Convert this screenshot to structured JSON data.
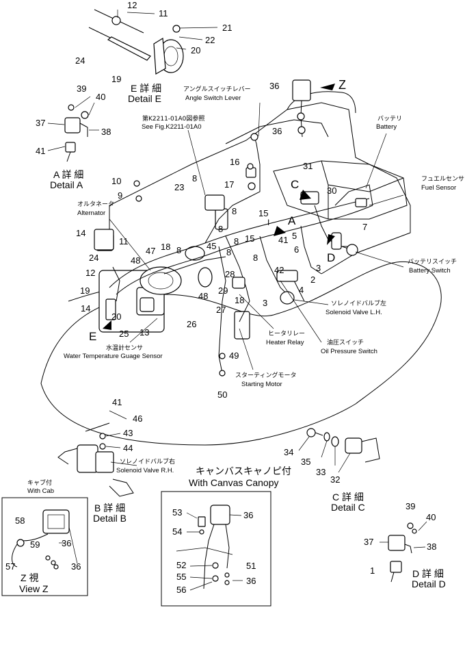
{
  "diagram": {
    "part_numbers": {
      "n1": "1",
      "n2": "2",
      "n3": "3",
      "n3b": "3",
      "n4": "4",
      "n5": "5",
      "n6": "6",
      "n7": "7",
      "n8a": "8",
      "n8b": "8",
      "n8c": "8",
      "n8d": "8",
      "n8e": "8",
      "n8f": "8",
      "n9": "9",
      "n10": "10",
      "n11a": "11",
      "n11b": "11",
      "n12a": "12",
      "n12b": "12",
      "n13": "13",
      "n14a": "14",
      "n14b": "14",
      "n15a": "15",
      "n15b": "15",
      "n16": "16",
      "n17": "17",
      "n18a": "18",
      "n18b": "18",
      "n19a": "19",
      "n19b": "19",
      "n20a": "20",
      "n20b": "20",
      "n21": "21",
      "n22": "22",
      "n23": "23",
      "n24a": "24",
      "n24b": "24",
      "n25": "25",
      "n26": "26",
      "n27": "27",
      "n28": "28",
      "n29": "29",
      "n30": "30",
      "n31": "31",
      "n32": "32",
      "n33": "33",
      "n34": "34",
      "n35": "35",
      "n36a": "36",
      "n36b": "36",
      "n36c": "36",
      "n36d": "36",
      "n36e": "36",
      "n36f": "36",
      "n37a": "37",
      "n37b": "37",
      "n38a": "38",
      "n38b": "38",
      "n39a": "39",
      "n39b": "39",
      "n40a": "40",
      "n40b": "40",
      "n41a": "41",
      "n41b": "41",
      "n41c": "41",
      "n42": "42",
      "n43": "43",
      "n44": "44",
      "n45": "45",
      "n46": "46",
      "n47": "47",
      "n48a": "48",
      "n48b": "48",
      "n49": "49",
      "n50": "50",
      "n51": "51",
      "n52": "52",
      "n53": "53",
      "n54": "54",
      "n55": "55",
      "n56": "56",
      "n57": "57",
      "n58": "58",
      "n59": "59"
    },
    "letters": {
      "A": "A",
      "C": "C",
      "D": "D",
      "E": "E",
      "Z": "Z",
      "I": "I"
    },
    "details": {
      "detail_e_jp": "E 詳 細",
      "detail_e_en": "Detail E",
      "detail_a_jp": "A 詳 細",
      "detail_a_en": "Detail A",
      "detail_b_jp": "B 詳 細",
      "detail_b_en": "Detail B",
      "detail_c_jp": "C 詳 細",
      "detail_c_en": "Detail C",
      "detail_d_jp": "D 詳 細",
      "detail_d_en": "Detail D",
      "view_z_jp": "Z 視",
      "view_z_en": "View Z",
      "with_cab_jp": "キャブ付",
      "with_cab_en": "With Cab",
      "canopy_jp": "キャンバスキャノピ付",
      "canopy_en": "With Canvas Canopy"
    },
    "callouts": {
      "angle_jp": "アングルスイッチレバー",
      "angle_en": "Angle Switch Lever",
      "see_jp": "第K2211-01A0図参照",
      "see_en": "See Fig.K2211-01A0",
      "battery_jp": "バッテリ",
      "battery_en": "Battery",
      "fuel_jp": "フュエルセンサ",
      "fuel_en": "Fuel Sensor",
      "alt_jp": "オルタネータ",
      "alt_en": "Alternator",
      "bsw_jp": "バッテリスイッチ",
      "bsw_en": "Battery Switch",
      "svl_jp": "ソレノイドバルブ左",
      "svl_en": "Solenoid Valve L.H.",
      "heater_jp": "ヒータリレー",
      "heater_en": "Heater Relay",
      "oil_jp": "油圧スイッチ",
      "oil_en": "Oil Pressure Switch",
      "water_jp": "水温計センサ",
      "water_en": "Water Temperature Guage Sensor",
      "start_jp": "スターティングモータ",
      "start_en": "Starting Motor",
      "svr_jp": "ソレノイドバルブ右",
      "svr_en": "Solenoid Valve R.H."
    }
  }
}
